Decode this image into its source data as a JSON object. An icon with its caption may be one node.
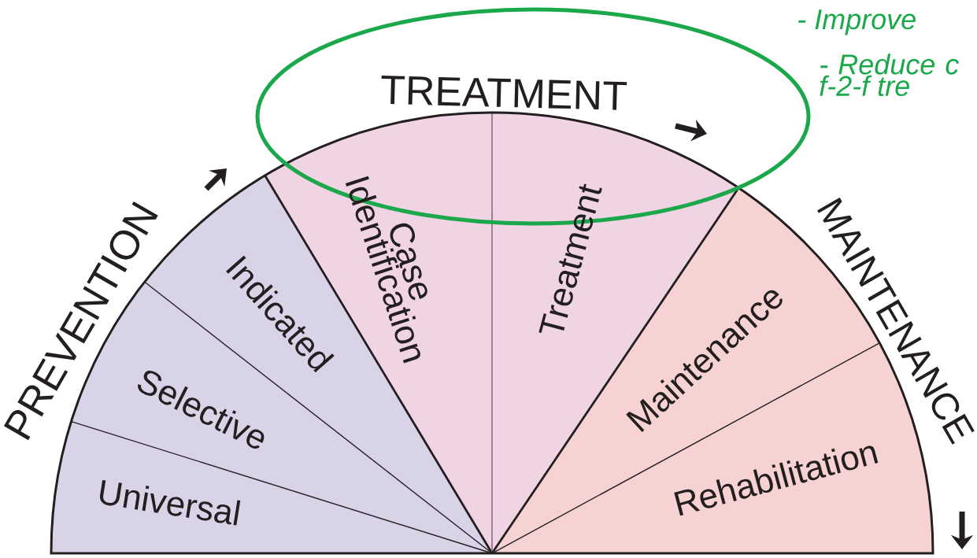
{
  "diagram": {
    "nodes": [
      {
        "text": [
          "TREATMENT"
        ]
      },
      {
        "text": [
          "Universal"
        ]
      },
      {
        "text": [
          "Selective"
        ]
      },
      {
        "text": [
          "Indicated"
        ]
      },
      {
        "text": [
          "Case Identification"
        ]
      },
      {
        "text": [
          "Treatment"
        ]
      },
      {
        "text": [
          "Maintenance"
        ]
      },
      {
        "text": [
          "Rehabilitation"
        ]
      }
    ],
    "labels": [
      "- Improve",
      "- Reduce c f-2-f tre",
      "PREVENTION",
      "MAINTENANCE"
    ]
  }
}
